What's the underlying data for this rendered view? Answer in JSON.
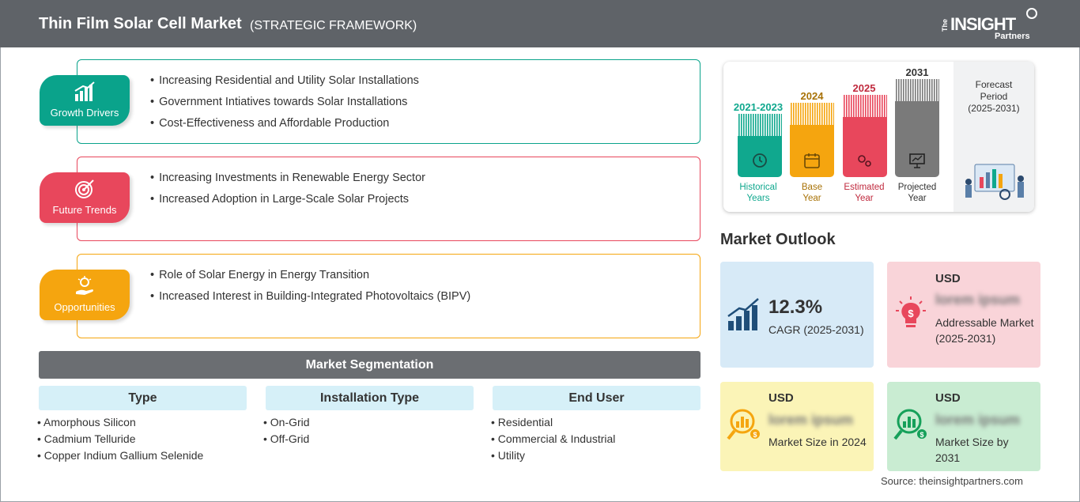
{
  "header": {
    "title": "Thin Film Solar Cell Market",
    "subtitle": "(STRATEGIC FRAMEWORK)",
    "logo": {
      "the": "The",
      "insight": "INSIGHT",
      "partners": "Partners"
    }
  },
  "framework": {
    "growth_drivers": {
      "label": "Growth Drivers",
      "color": "#0aa38b",
      "items": [
        "Increasing Residential and Utility Solar Installations",
        "Government Intiatives towards Solar Installations",
        "Cost-Effectiveness and Affordable Production"
      ]
    },
    "future_trends": {
      "label": "Future Trends",
      "color": "#e8475c",
      "items": [
        "Increasing Investments in Renewable Energy Sector",
        "Increased Adoption in Large-Scale Solar Projects"
      ]
    },
    "opportunities": {
      "label": "Opportunities",
      "color": "#f5a50f",
      "items": [
        "Role of Solar Energy in Energy Transition",
        "Increased Interest in Building-Integrated Photovoltaics (BIPV)"
      ]
    }
  },
  "segmentation": {
    "title": "Market Segmentation",
    "columns": [
      {
        "heading": "Type",
        "items": [
          "Amorphous Silicon",
          "Cadmium Telluride",
          "Copper Indium Gallium Selenide"
        ]
      },
      {
        "heading": "Installation Type",
        "items": [
          "On-Grid",
          "Off-Grid"
        ]
      },
      {
        "heading": "End User",
        "items": [
          "Residential",
          "Commercial & Industrial",
          "Utility"
        ]
      }
    ]
  },
  "timeline": {
    "bars": [
      {
        "year": "2021-2023",
        "caption_1": "Historical",
        "caption_2": "Years",
        "color": "#10a88e"
      },
      {
        "year": "2024",
        "caption_1": "Base",
        "caption_2": "Year",
        "color": "#f5a50f"
      },
      {
        "year": "2025",
        "caption_1": "Estimated",
        "caption_2": "Year",
        "color": "#e8475c"
      },
      {
        "year": "2031",
        "caption_1": "Projected",
        "caption_2": "Year",
        "color": "#7a7a7a"
      }
    ],
    "forecast": {
      "line1": "Forecast",
      "line2": "Period",
      "line3": "(2025-2031)"
    }
  },
  "outlook": {
    "title": "Market Outlook",
    "cagr": {
      "value": "12.3%",
      "label": "CAGR (2025-2031)"
    },
    "addressable": {
      "currency": "USD",
      "value": "lorem ipsum",
      "label": "Addressable Market (2025-2031)"
    },
    "size_2024": {
      "currency": "USD",
      "value": "lorem ipsum",
      "label": "Market Size in 2024"
    },
    "size_2031": {
      "currency": "USD",
      "value": "lorem ipsum",
      "label": "Market Size by 2031"
    }
  },
  "source": "Source: theinsightpartners.com"
}
